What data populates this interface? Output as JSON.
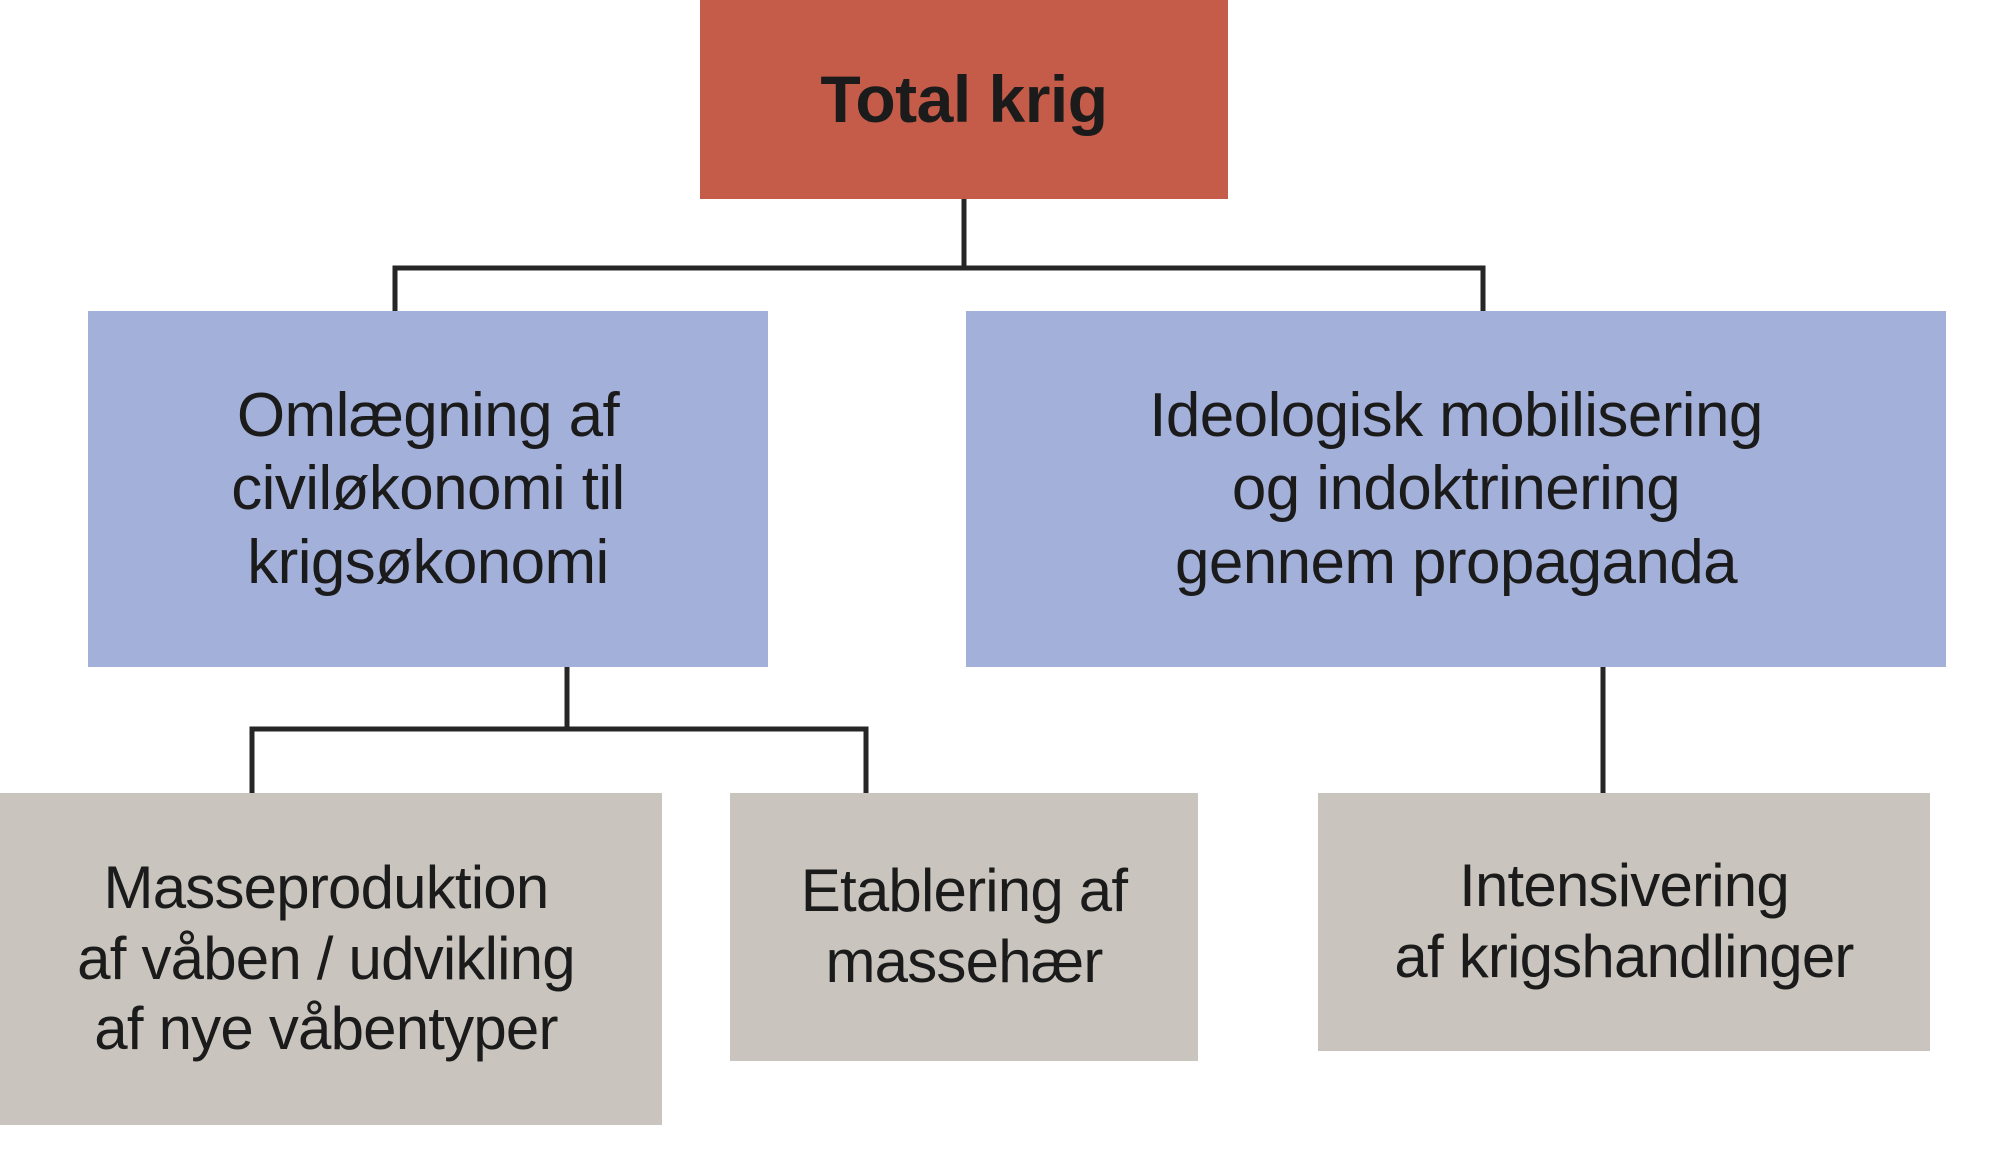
{
  "diagram": {
    "title_node": {
      "label": "Total krig",
      "fill": "#c55b49",
      "level": "root"
    },
    "branch_nodes": [
      {
        "id": "omlaegning",
        "label": "Omlægning af\nciviløkonomi til\nkrigsøkonomi",
        "fill": "#a3b1da",
        "level": "branch"
      },
      {
        "id": "ideologisk",
        "label": "Ideologisk mobilisering\nog indoktrinering\ngennem propaganda",
        "fill": "#a3b1da",
        "level": "branch"
      }
    ],
    "leaf_nodes": [
      {
        "id": "masseproduktion",
        "label": "Masseproduktion\naf våben / udvikling\naf nye våbentyper",
        "fill": "#c9c5be",
        "level": "leaf"
      },
      {
        "id": "etablering",
        "label": "Etablering af\nmassehær",
        "fill": "#c9c5be",
        "level": "leaf"
      },
      {
        "id": "intensivering",
        "label": "Intensivering\naf krigshandlinger",
        "fill": "#c9c5be",
        "level": "leaf"
      }
    ],
    "connectors": {
      "stroke": "#262626",
      "stroke_width": 5,
      "edges": [
        "total-krig -> omlaegning",
        "total-krig -> ideologisk",
        "omlaegning -> masseproduktion",
        "omlaegning -> etablering",
        "ideologisk -> intensivering"
      ]
    },
    "background": "#ffffff"
  }
}
